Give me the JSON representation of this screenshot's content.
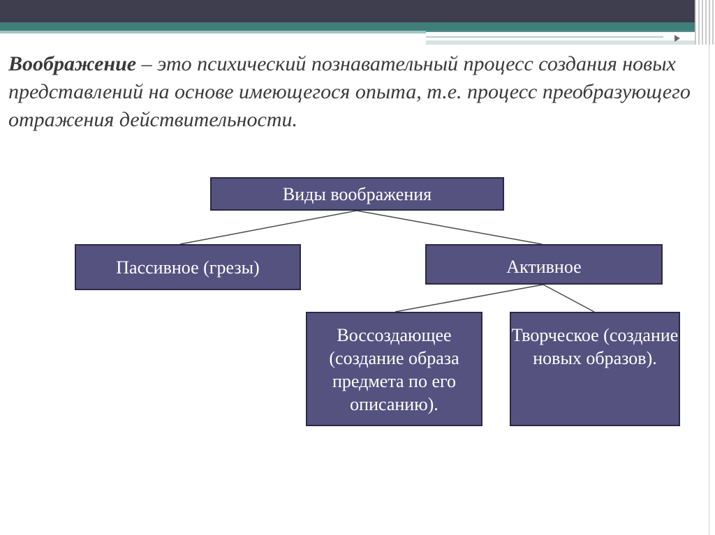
{
  "definition": {
    "term": "Воображение",
    "text": " – это психический познавательный процесс создания новых представлений на основе имеющегося опыта, т.е. процесс преобразующего отражения действительности."
  },
  "diagram": {
    "root": "Виды воображения",
    "passive": "Пассивное (грезы)",
    "active": "Активное",
    "recreative": "Воссоздающее (создание образа предмета по его описанию).",
    "creative": "Творческое (создание новых образов)."
  }
}
